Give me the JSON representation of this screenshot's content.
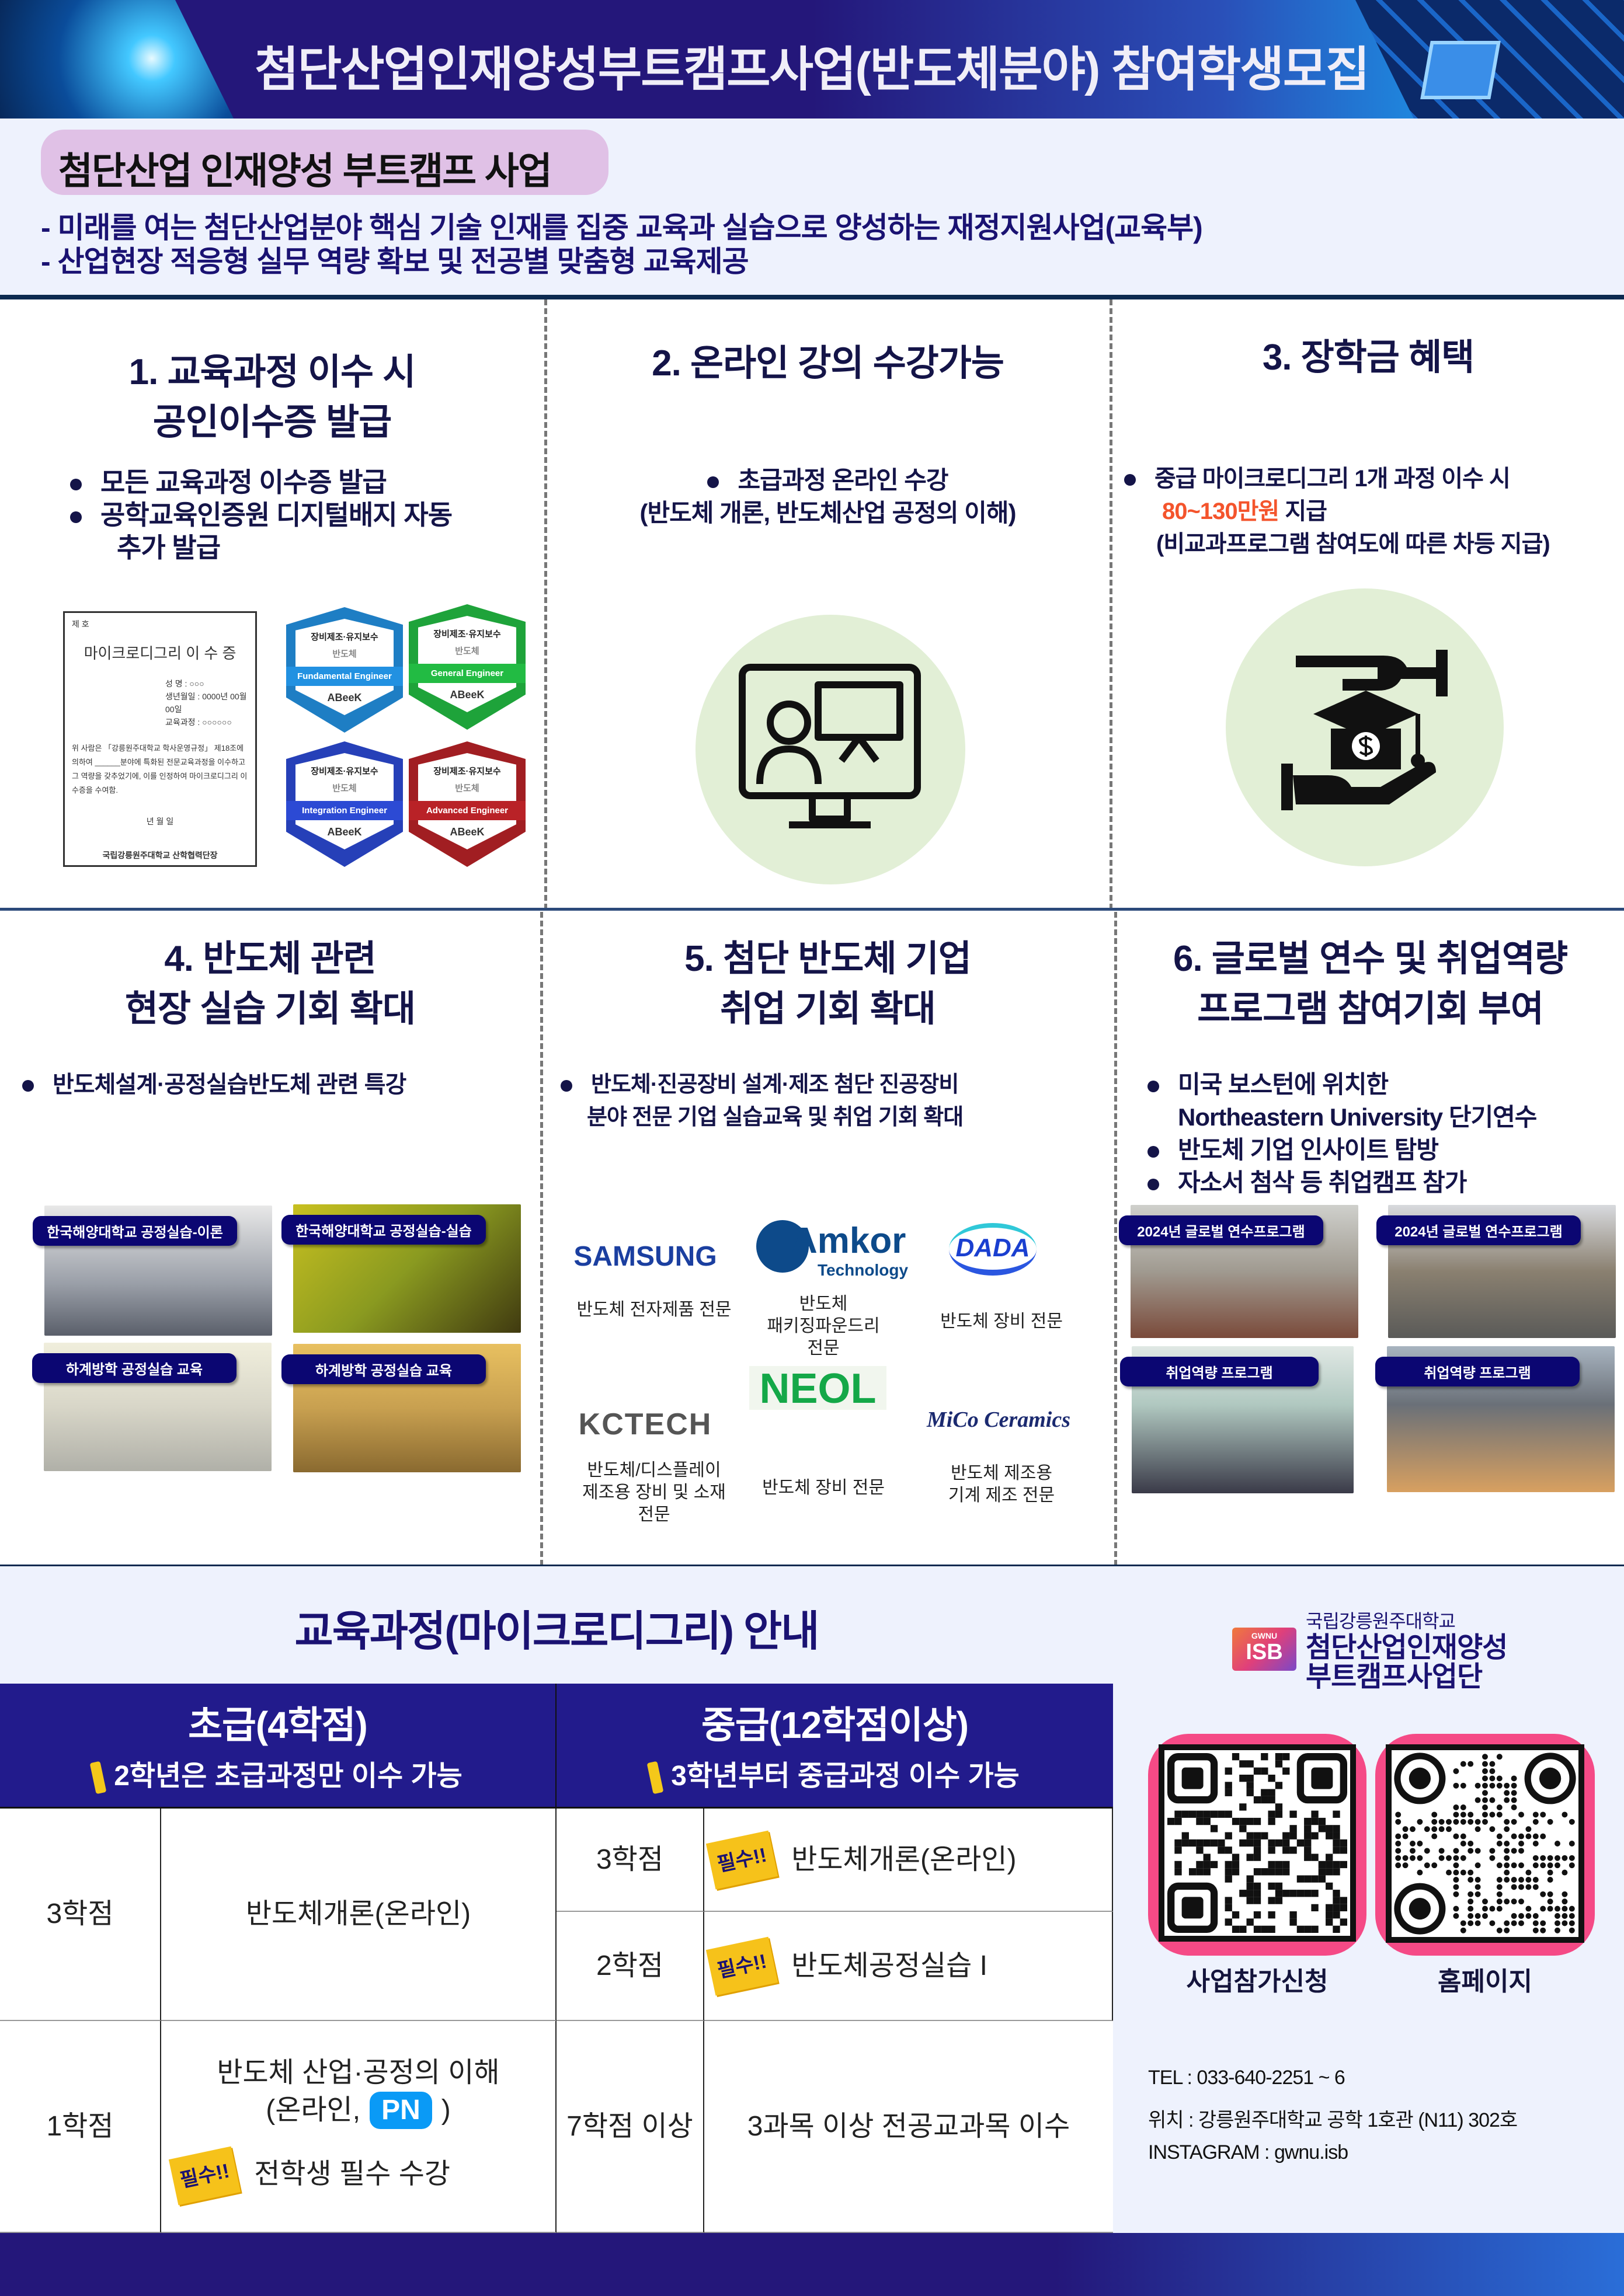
{
  "header": {
    "title": "첨단산업인재양성부트캠프사업(반도체분야) 참여학생모집"
  },
  "intro": {
    "pill": "첨단산업 인재양성 부트캠프 사업",
    "lines": [
      "- 미래를 여는 첨단산업분야 핵심 기술 인재를 집중 교육과 실습으로 양성하는 재정지원사업(교육부)",
      "- 산업현장 적응형 실무 역량 확보 및 전공별 맞춤형 교육제공"
    ]
  },
  "sections": [
    {
      "title": [
        "1. 교육과정 이수 시",
        "공인이수증 발급"
      ],
      "bullets": [
        "모든 교육과정 이수증 발급",
        "공학교육인증원 디지털배지 자동",
        "추가 발급"
      ],
      "certificate": {
        "no": "제    호",
        "title": "마이크로디그리 이 수 증",
        "name": "성    명 : ○○○",
        "birth": "생년월일 : 0000년 00월 00일",
        "course": "교육과정 : ○○○○○○",
        "body": "위 사람은 「강릉원주대학교 학사운영규정」 제18조에 의하여 ______분야에 특화된 전문교육과정을 이수하고 그 역량을 갖추었기에, 이를 인정하여 마이크로디그리 이수증을 수여함.",
        "date": "년    월    일",
        "issuer": "국립강릉원주대학교 산학협력단장"
      },
      "badges": [
        {
          "top": "장비제조·유지보수",
          "sub": "반도체",
          "label": "Fundamental Engineer",
          "brand": "ABeeK",
          "color": "#1e7ec4"
        },
        {
          "top": "장비제조·유지보수",
          "sub": "반도체",
          "label": "General Engineer",
          "brand": "ABeeK",
          "color": "#1ea33a"
        },
        {
          "top": "장비제조·유지보수",
          "sub": "반도체",
          "label": "Integration Engineer",
          "brand": "ABeeK",
          "color": "#2640b8"
        },
        {
          "top": "장비제조·유지보수",
          "sub": "반도체",
          "label": "Advanced Engineer",
          "brand": "ABeeK",
          "color": "#a11e22"
        }
      ]
    },
    {
      "title": [
        "2. 온라인 강의 수강가능"
      ],
      "bullets": [
        "초급과정 온라인 수강",
        "(반도체 개론,  반도체산업 공정의 이해)"
      ]
    },
    {
      "title": [
        "3. 장학금 혜택"
      ],
      "bullets": [
        "중급 마이크로디그리  1개 과정 이수 시"
      ],
      "amount": "80~130만원",
      "amount_suffix": "지급",
      "note": "(비교과프로그램 참여도에 따른  차등 지급)",
      "accent": "#f4542c"
    },
    {
      "title": [
        "4. 반도체 관련",
        "현장 실습 기회 확대"
      ],
      "bullets": [
        "반도체설계·공정실습반도체 관련 특강"
      ],
      "photos": [
        "한국해양대학교 공정실습-이론",
        "한국해양대학교 공정실습-실습",
        "하계방학 공정실습 교육",
        "하계방학 공정실습 교육"
      ]
    },
    {
      "title": [
        "5. 첨단 반도체 기업",
        "취업 기회 확대"
      ],
      "bullets": [
        "반도체·진공장비 설계·제조 첨단 진공장비",
        "분야 전문 기업  실습교육 및 취업 기회 확대"
      ],
      "companies": [
        {
          "name": "SAMSUNG",
          "desc": "반도체 전자제품 전문"
        },
        {
          "name": "Amkor",
          "name2": "Technology",
          "desc": "반도체\n패키징파운드리\n전문"
        },
        {
          "name": "DADA",
          "desc": "반도체  장비 전문"
        },
        {
          "name": "KCTECH",
          "desc": "반도체/디스플레이\n제조용 장비 및 소재\n전문"
        },
        {
          "name": "NEOL",
          "desc": "반도체  장비 전문"
        },
        {
          "name": "MiCo Ceramics",
          "desc": "반도체 제조용\n기계 제조 전문"
        }
      ]
    },
    {
      "title": [
        "6. 글로벌 연수 및 취업역량",
        "프로그램 참여기회 부여"
      ],
      "bullets": [
        "미국 보스턴에 위치한",
        "Northeastern University 단기연수",
        "반도체 기업 인사이트 탐방",
        "자소서 첨삭 등 취업캠프 참가"
      ],
      "photos": [
        "2024년 글로벌 연수프로그램",
        "2024년 글로벌 연수프로그램",
        "취업역량 프로그램",
        "취업역량 프로그램"
      ]
    }
  ],
  "course": {
    "title": "교육과정(마이크로디그리) 안내",
    "basic": {
      "header": "초급(4학점)",
      "note": "2학년은 초급과정만 이수 가능",
      "rows": [
        {
          "credit": "3학점",
          "subject": "반도체개론(온라인)"
        },
        {
          "credit": "1학점",
          "subject": "반도체 산업·공정의 이해",
          "subject2_pre": "(온라인,",
          "badge": "PN",
          "subject2_post": ")",
          "must": "필수!!",
          "must_text": "전학생 필수 수강"
        }
      ]
    },
    "intermediate": {
      "header": "중급(12학점이상)",
      "note": "3학년부터 중급과정 이수 가능",
      "rows": [
        {
          "credit": "3학점",
          "must": "필수!!",
          "subject": "반도체개론(온라인)"
        },
        {
          "credit": "2학점",
          "must": "필수!!",
          "subject": "반도체공정실습 I"
        },
        {
          "credit": "7학점 이상",
          "subject": "3과목 이상 전공교과목 이수"
        }
      ]
    }
  },
  "org": {
    "logo_top": "GWNU",
    "logo_main": "ISB",
    "line1": "국립강릉원주대학교",
    "line2": "첨단산업인재양성",
    "line3": "부트캠프사업단"
  },
  "qr": [
    {
      "label": "사업참가신청"
    },
    {
      "label": "홈페이지"
    }
  ],
  "contact": {
    "tel": "TEL : 033-640-2251 ~ 6",
    "location": "위치 : 강릉원주대학교 공학 1호관 (N11) 302호",
    "instagram": "INSTAGRAM : gwnu.isb"
  }
}
